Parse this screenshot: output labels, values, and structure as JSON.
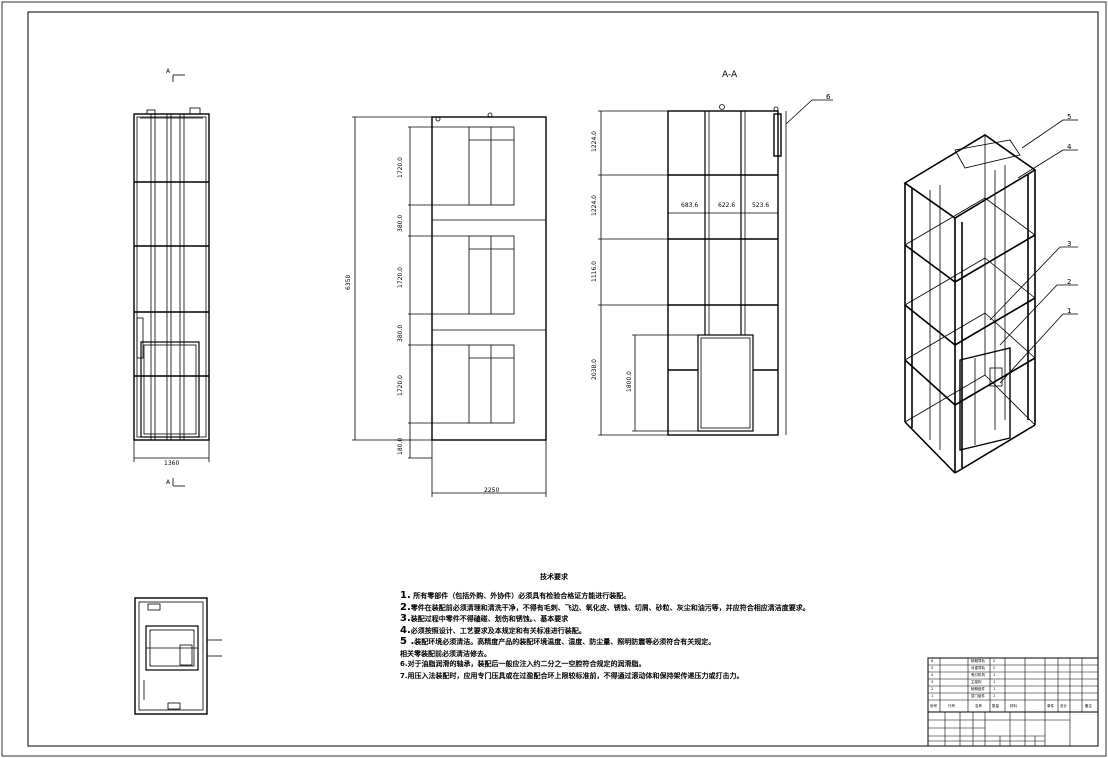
{
  "views": {
    "section_title": "A-A",
    "section_mark_top": "A",
    "section_mark_bottom": "A",
    "left_width": "1360",
    "front_width": "2250",
    "front_height": "6350",
    "front_dims": [
      "1720.0",
      "380.0",
      "1720.0",
      "380.0",
      "1720.0",
      "180.0"
    ],
    "section_dims_v": [
      "1224.0",
      "1224.0",
      "1116.0",
      "2038.0"
    ],
    "section_door": "1800.0",
    "section_dims_h": [
      "683.6",
      "622.6",
      "523.6"
    ]
  },
  "balloons": [
    "6",
    "5",
    "4",
    "3",
    "2",
    "1"
  ],
  "notes": {
    "title": "技术要求",
    "lines": [
      {
        "num": "1.",
        "text": "所有零部件（包括外购、外协件）必须具有检验合格证方能进行装配。"
      },
      {
        "num": "2.",
        "text": "零件在装配前必须清理和清洗干净，不得有毛刺、飞边、氧化皮、锈蚀、切屑、砂粒、灰尘和油污等，并应符合相应清洁度要求。"
      },
      {
        "num": "3.",
        "text": "装配过程中零件不得磕碰、划伤和锈蚀。、基本要求"
      },
      {
        "num": "4.",
        "text": "必须按照设计、工艺要求及本规定和有关标准进行装配。"
      },
      {
        "num": "5 .",
        "text": "装配环境必须清洁。高精度产品的装配环境温度、湿度、防尘量、照明防震等必须符合有关规定。"
      },
      {
        "num": "",
        "text": "相关零装配前必须清洁修去。"
      },
      {
        "num": "6.",
        "text": "对于油脂润滑的轴承，装配后一般应注入约二分之一空腔符合规定的润滑脂。"
      },
      {
        "num": "7.",
        "text": "用压入法装配时，应用专门压具或在过盈配合环上限较标准前，不得通过滚动体和保持架传递压力或打击力。"
      }
    ]
  },
  "title_block": {
    "rows": [
      {
        "no": "6",
        "name": "轿厢导轨",
        "qty": "2"
      },
      {
        "no": "5",
        "name": "对重导轨",
        "qty": "2"
      },
      {
        "no": "4",
        "name": "曳引机构",
        "qty": "1"
      },
      {
        "no": "3",
        "name": "主架构",
        "qty": "1"
      },
      {
        "no": "2",
        "name": "轿厢组件",
        "qty": "1"
      },
      {
        "no": "1",
        "name": "层门组件",
        "qty": "1"
      }
    ],
    "header": [
      "序号",
      "代号",
      "名称",
      "数量",
      "材料",
      "单件",
      "总计",
      "备注"
    ]
  }
}
